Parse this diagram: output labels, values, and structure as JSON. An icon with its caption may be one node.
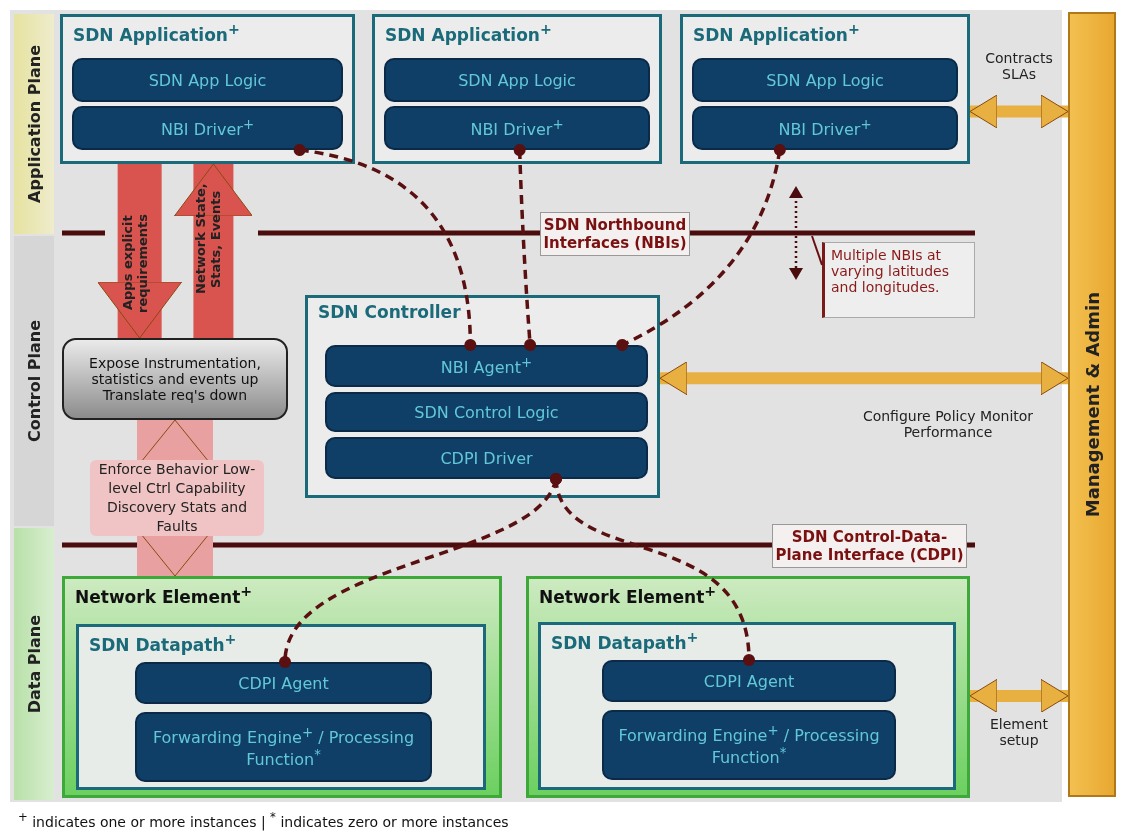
{
  "diagram": {
    "nodes": [
      {
        "text": [
          "Application Plane"
        ]
      },
      {
        "text": [
          "Control Plane"
        ]
      },
      {
        "text": [
          "Data Plane"
        ]
      },
      {
        "text": [
          "SDN Application$^{+}$"
        ]
      },
      {
        "text": [
          "SDN App Logic"
        ],
        "in": 3
      },
      {
        "text": [
          "NBI Driver$^{+}$"
        ],
        "in": 3
      },
      {
        "text": [
          "SDN Application$^{+}$"
        ]
      },
      {
        "text": [
          "SDN App Logic"
        ],
        "in": 6
      },
      {
        "text": [
          "NBI Driver$^{+}$"
        ],
        "in": 6
      },
      {
        "text": [
          "SDN Application$^{+}$"
        ]
      },
      {
        "text": [
          "SDN App Logic"
        ],
        "in": 9
      },
      {
        "text": [
          "NBI Driver$^{+}$"
        ],
        "in": 9
      },
      {
        "text": [
          "Management & Admin"
        ]
      },
      {
        "text": [
          "SDN Northbound Interfaces (NBIs)"
        ]
      },
      {
        "text": [
          "Multiple NBIs at varying latitudes and longitudes."
        ]
      },
      {
        "text": [
          "Expose Instrumentation, statistics and events up",
          "Translate req's down"
        ]
      },
      {
        "text": [
          "SDN Controller"
        ]
      },
      {
        "text": [
          "NBI Agent$^{+}$"
        ],
        "in": 16
      },
      {
        "text": [
          "SDN Control Logic"
        ],
        "in": 16
      },
      {
        "text": [
          "CDPI Driver"
        ],
        "in": 16
      },
      {
        "text": [
          "SDN Control-Data-Plane Interface (CDPI)"
        ]
      },
      {
        "text": [
          "Network Element$^{+}$"
        ]
      },
      {
        "text": [
          "SDN Datapath$^{+}$"
        ],
        "in": 21
      },
      {
        "text": [
          "CDPI Agent"
        ],
        "in": 22
      },
      {
        "text": [
          "Forwarding Engine$^{+}$ / Processing Function$^{*}$"
        ],
        "in": 22
      },
      {
        "text": [
          "Network Element$^{+}$"
        ]
      },
      {
        "text": [
          "SDN Datapath$^{+}$"
        ],
        "in": 25
      },
      {
        "text": [
          "CDPI Agent"
        ],
        "in": 26
      },
      {
        "text": [
          "Forwarding Engine$^{+}$ / Processing Function$^{*}$"
        ],
        "in": 26
      }
    ],
    "edges": [
      {
        "from": 5,
        "to": 17,
        "arrow": "other",
        "style": "dashed",
        "color": "#5a1010"
      },
      {
        "from": 8,
        "to": 17,
        "arrow": "other",
        "style": "dashed",
        "color": "#5a1010"
      },
      {
        "from": 11,
        "to": 17,
        "arrow": "other",
        "style": "dashed",
        "color": "#5a1010"
      },
      {
        "from": 19,
        "to": 23,
        "arrow": "other",
        "style": "dashed",
        "color": "#5a1010"
      },
      {
        "from": 19,
        "to": 27,
        "arrow": "other",
        "style": "dashed",
        "color": "#5a1010"
      },
      {
        "from": 9,
        "to": 12,
        "arrow": "both",
        "label": "Contracts SLAs",
        "style": "thick",
        "color": "#e8b040"
      },
      {
        "from": 16,
        "to": 12,
        "arrow": "both",
        "label": "Configure Policy Monitor Performance",
        "style": "thick",
        "color": "#e8b040"
      },
      {
        "from": 25,
        "to": 12,
        "arrow": "both",
        "label": "Element setup",
        "style": "thick",
        "color": "#e8b040"
      },
      {
        "from": 14,
        "to": null,
        "arrow": "none",
        "color": "#6a1010"
      },
      {
        "from": 3,
        "to": 15,
        "arrow": "to",
        "label": "Apps explicit requirements",
        "style": "thick",
        "color": "#d9534f"
      },
      {
        "from": 15,
        "to": 3,
        "arrow": "to",
        "label": "Network State, Stats, Events",
        "style": "thick",
        "color": "#d9534f"
      },
      {
        "from": 15,
        "to": 21,
        "arrow": "both",
        "label": "Enforce Behavior Low-level Ctrl Capability Discovery Stats and Faults",
        "style": "thick",
        "color": "#e8a0a0"
      }
    ],
    "labels": [
      "$^{+}$ indicates one or more instances | $^{*}$ indicates zero or more instances"
    ]
  }
}
